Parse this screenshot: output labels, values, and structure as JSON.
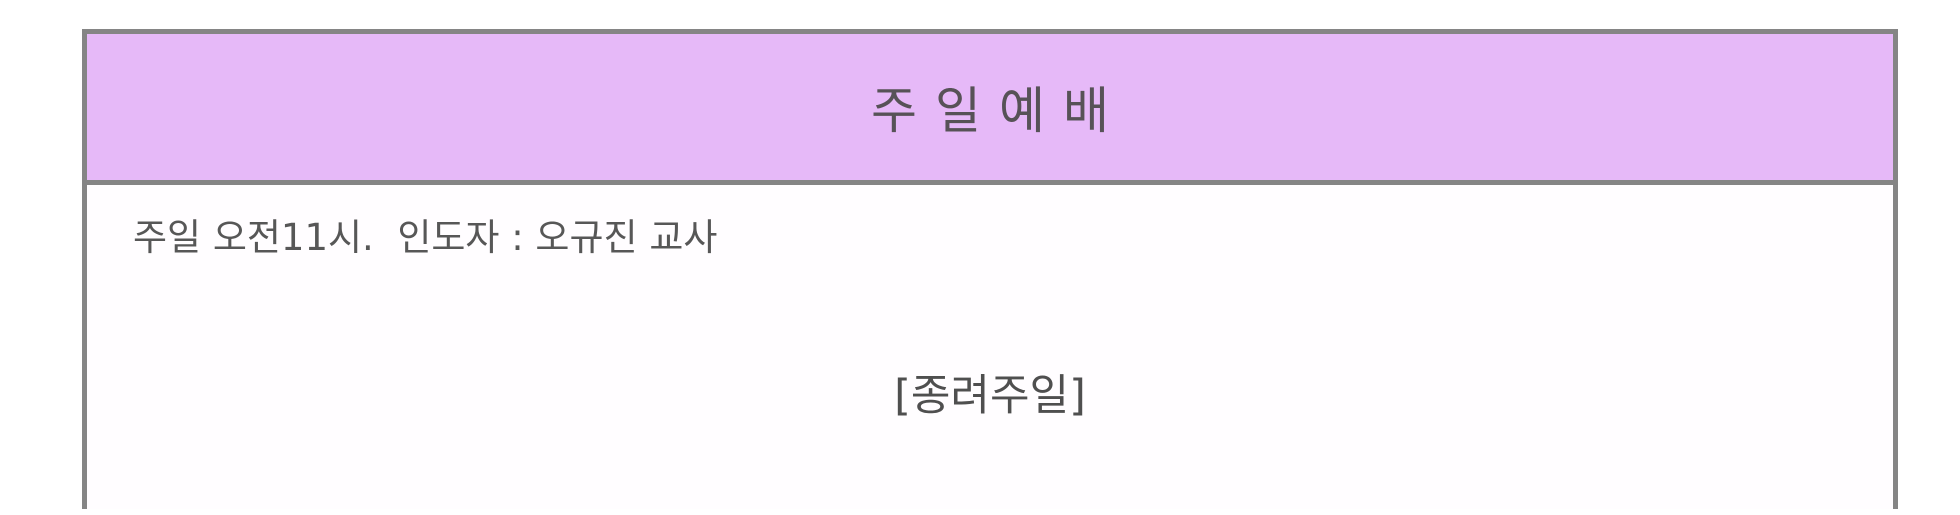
{
  "service": {
    "title": "주일예배",
    "schedule_line": "주일 오전11시.  인도자 : 오규진 교사",
    "occasion": "[종려주일]"
  },
  "colors": {
    "header_bg": "#e6b9f8",
    "border": "#858585",
    "text": "#575757"
  }
}
